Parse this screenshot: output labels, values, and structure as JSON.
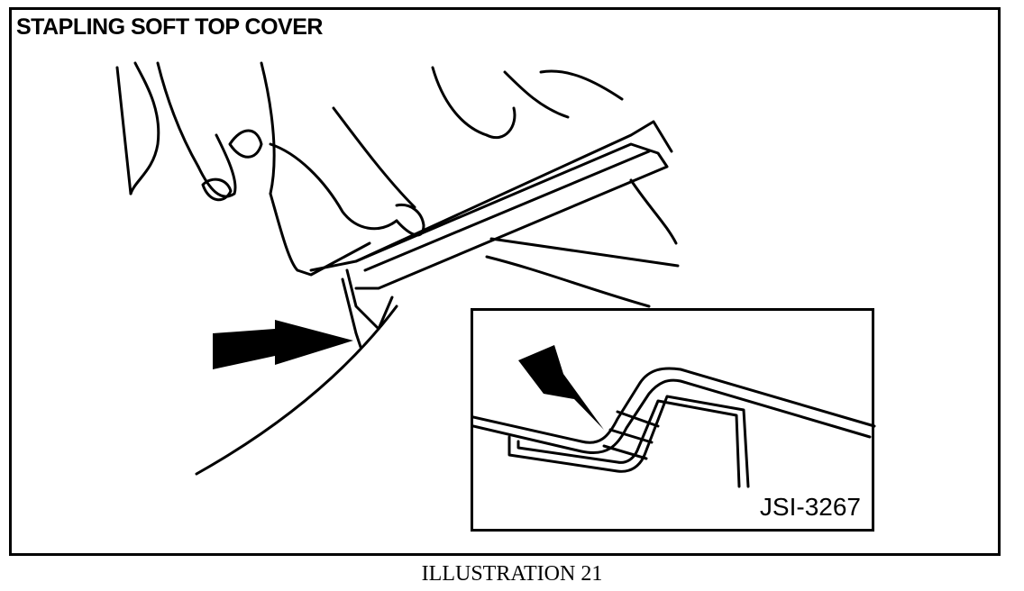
{
  "title": "STAPLING SOFT TOP COVER",
  "caption": "ILLUSTRATION 21",
  "inset_label": "JSI-3267"
}
